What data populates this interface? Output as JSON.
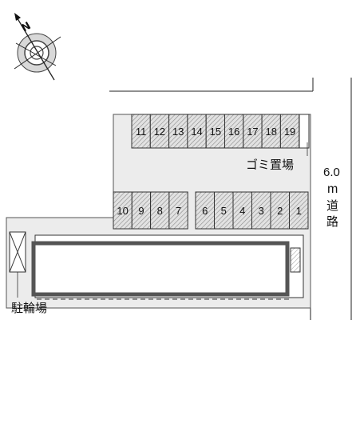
{
  "compass": {
    "north_label": "N"
  },
  "parking": {
    "top_row": [
      "11",
      "12",
      "13",
      "14",
      "15",
      "16",
      "17",
      "18",
      "19"
    ],
    "left_group": [
      "10",
      "9",
      "8",
      "7"
    ],
    "right_group": [
      "6",
      "5",
      "4",
      "3",
      "2",
      "1"
    ]
  },
  "labels": {
    "garbage": "ゴミ置場",
    "bicycle": "駐輪場",
    "road_width": "6.0",
    "road_unit": "m",
    "road_chars": [
      "道",
      "路"
    ]
  },
  "colors": {
    "lot_fill": "#ececec",
    "stall_fill": "#d4d4d4",
    "stroke": "#333333"
  }
}
